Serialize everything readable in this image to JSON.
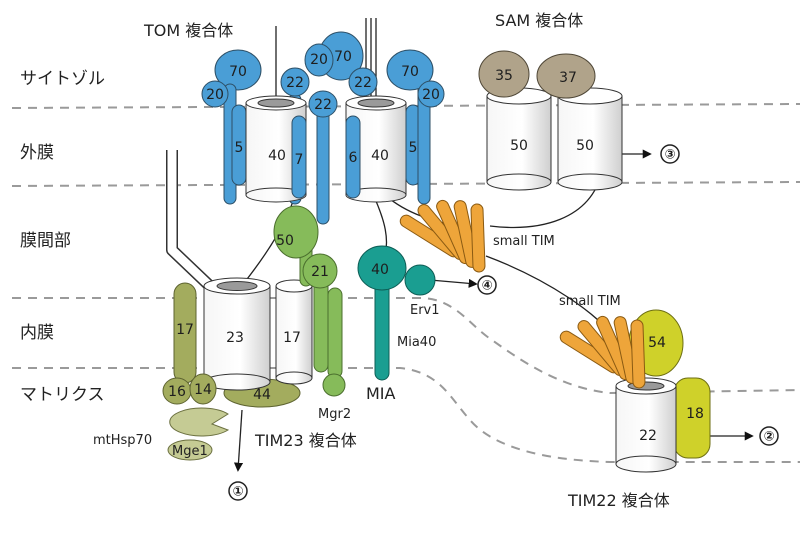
{
  "zones": {
    "cytosol": "サイトゾル",
    "outer_membrane": "外膜",
    "intermembrane_space": "膜間部",
    "inner_membrane": "内膜",
    "matrix": "マトリクス"
  },
  "complexes": {
    "tom": "TOM 複合体",
    "sam": "SAM 複合体",
    "tim23": "TIM23 複合体",
    "tim22": "TIM22 複合体",
    "mia": "MIA"
  },
  "tom": {
    "tom70_left": "70",
    "tom20_left": "20",
    "tom22_left": "22",
    "tom20_center": "20",
    "tom70_center": "70",
    "tom22_center": "22",
    "tom22_inner": "22",
    "tom70_right": "70",
    "tom20_right": "20",
    "tom5_left": "5",
    "tom40_left": "40",
    "tom7": "7",
    "tom6": "6",
    "tom40_right": "40",
    "tom5_right": "5"
  },
  "sam": {
    "sam35": "35",
    "sam37": "37",
    "sam50_left": "50",
    "sam50_right": "50"
  },
  "tim23": {
    "tim50": "50",
    "tim21": "21",
    "tim17_left": "17",
    "tim23": "23",
    "tim17_right": "17",
    "tim16": "16",
    "tim14": "14",
    "tim44": "44",
    "mgr2": "Mgr2",
    "mthsp70": "mtHsp70",
    "mge1": "Mge1"
  },
  "mia": {
    "mia40_num": "40",
    "erv1": "Erv1",
    "mia40": "Mia40"
  },
  "small_tim": {
    "upper": "small TIM",
    "lower": "small TIM"
  },
  "tim22": {
    "tim54": "54",
    "tim18": "18",
    "tim22": "22"
  },
  "pathways": {
    "p1": "①",
    "p2": "②",
    "p3": "③",
    "p4": "④"
  },
  "colors": {
    "tom_blue": "#4a9ed6",
    "sam_tan": "#b0a38a",
    "tim23_olive": "#a3ac5e",
    "tim23_green": "#86bb5a",
    "mia_teal": "#1a9e91",
    "small_tim_orange": "#eea53a",
    "tim22_yellow": "#cfd12a",
    "membrane_dash": "#9a9a9a"
  }
}
